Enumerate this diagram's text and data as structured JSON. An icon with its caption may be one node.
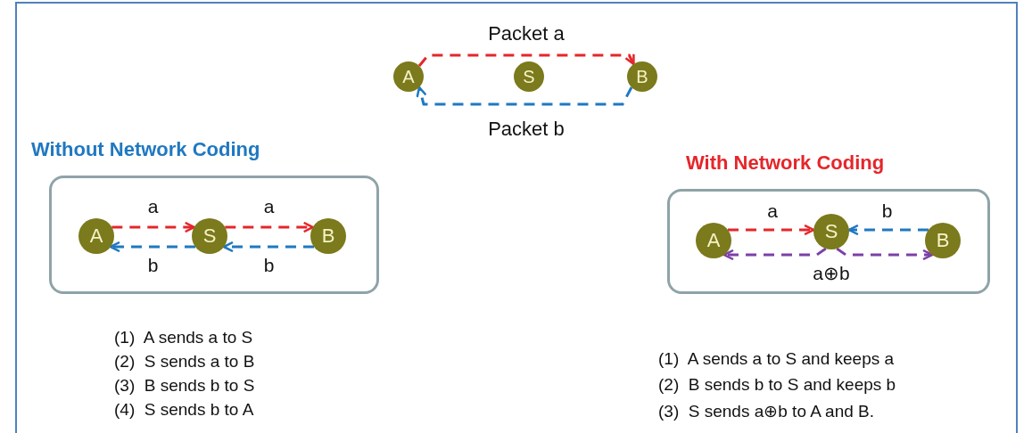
{
  "diagram": {
    "nodes": [
      {
        "text": [
          "A"
        ]
      },
      {
        "text": [
          "S"
        ]
      },
      {
        "text": [
          "B"
        ]
      },
      {
        "text": [
          "Without Network Coding"
        ]
      },
      {
        "text": [
          "A"
        ],
        "in": 3
      },
      {
        "text": [
          "S"
        ],
        "in": 3
      },
      {
        "text": [
          "B"
        ],
        "in": 3
      },
      {
        "text": [
          "With Network Coding"
        ]
      },
      {
        "text": [
          "A"
        ],
        "in": 7
      },
      {
        "text": [
          "S"
        ],
        "in": 7
      },
      {
        "text": [
          "B"
        ],
        "in": 7
      }
    ],
    "edges": [
      {
        "from": 0,
        "to": 2,
        "arrow": "to",
        "label": "Packet a",
        "style": "dashed",
        "color": "#e5262b"
      },
      {
        "from": 2,
        "to": 0,
        "arrow": "to",
        "label": "Packet b",
        "style": "dashed",
        "color": "#1f78c1"
      },
      {
        "from": 4,
        "to": 5,
        "arrow": "to",
        "label": "a",
        "style": "dashed",
        "color": "#e5262b"
      },
      {
        "from": 5,
        "to": 6,
        "arrow": "to",
        "label": "a",
        "style": "dashed",
        "color": "#e5262b"
      },
      {
        "from": 6,
        "to": 5,
        "arrow": "to",
        "label": "b",
        "style": "dashed",
        "color": "#1f78c1"
      },
      {
        "from": 5,
        "to": 4,
        "arrow": "to",
        "label": "b",
        "style": "dashed",
        "color": "#1f78c1"
      },
      {
        "from": 8,
        "to": 9,
        "arrow": "to",
        "label": "a",
        "style": "dashed",
        "color": "#e5262b"
      },
      {
        "from": 10,
        "to": 9,
        "arrow": "to",
        "label": "b",
        "style": "dashed",
        "color": "#1f78c1"
      },
      {
        "from": 9,
        "to": 8,
        "arrow": "to",
        "label": "a⊕b",
        "style": "dashed",
        "color": "#7d3fa8"
      },
      {
        "from": 9,
        "to": 10,
        "arrow": "to",
        "style": "dashed",
        "color": "#7d3fa8"
      }
    ],
    "labels": [
      "(1)  A sends a to S",
      "(2)  S sends a to B",
      "(3)  B sends b to S",
      "(4)  S sends b to A",
      "(1)  A sends a to S and keeps a",
      "(2)  B sends b to S and keeps b",
      "(3)  S sends a⊕b to A and B."
    ]
  }
}
